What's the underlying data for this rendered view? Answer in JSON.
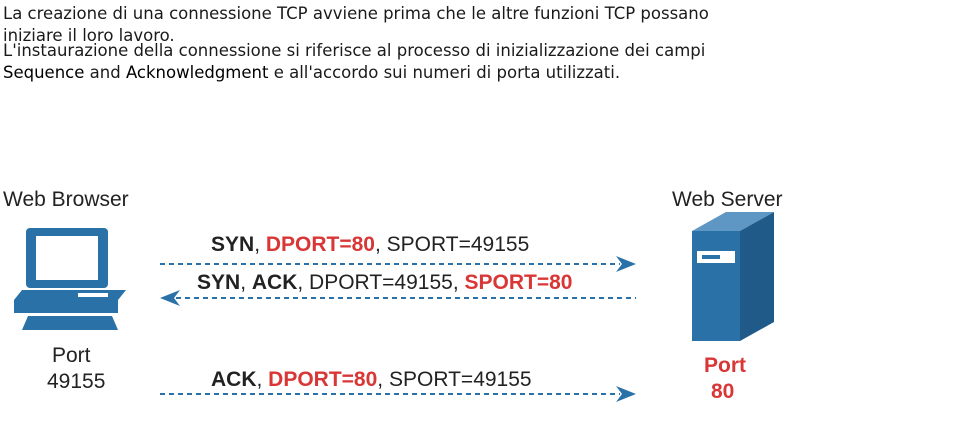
{
  "text": {
    "para1": {
      "line1": "La creazione di una connessione TCP avviene prima che le altre funzioni TCP possano",
      "line2": "iniziare il loro lavoro."
    },
    "para2": {
      "line1": "L'instaurazione della connessione si riferisce al processo di inizializzazione dei campi",
      "line2_bold1": "Sequence",
      "line2_mid": " and ",
      "line2_bold2": "Acknowledgment",
      "line2_rest": " e all'accordo sui numeri di porta utilizzati."
    }
  },
  "diagram": {
    "client": {
      "title": "Web Browser",
      "port_label": "Port",
      "port_value": "49155",
      "icon": "computer-icon"
    },
    "server": {
      "title": "Web Server",
      "port_label": "Port",
      "port_value": "80",
      "icon": "server-icon"
    },
    "messages": [
      {
        "flags": [
          "SYN"
        ],
        "dport": "DPORT=80",
        "sport": "SPORT=49155",
        "direction": "right",
        "highlight": "dport"
      },
      {
        "flags": [
          "SYN",
          "ACK"
        ],
        "dport": "DPORT=49155",
        "sport": "SPORT=80",
        "direction": "left",
        "highlight": "sport"
      },
      {
        "flags": [
          "ACK"
        ],
        "dport": "DPORT=80",
        "sport": "SPORT=49155",
        "direction": "right",
        "highlight": "dport"
      }
    ],
    "colors": {
      "highlight_red": "#d93636",
      "icon_blue": "#2a71a8",
      "arrow_blue": "#2a71a8"
    }
  }
}
